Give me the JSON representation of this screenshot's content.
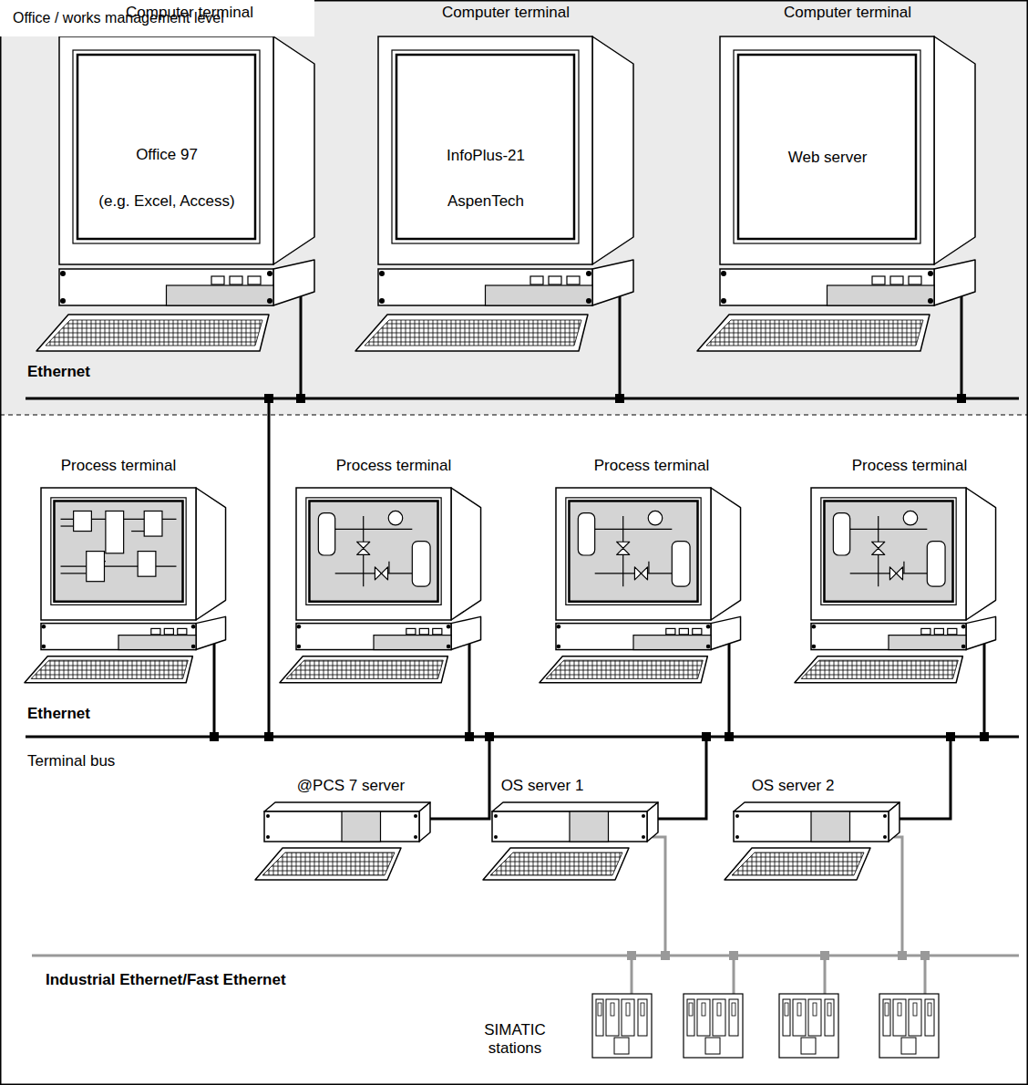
{
  "diagram": {
    "nodes": [
      {
        "text": [
          "Office / works management level"
        ]
      },
      {
        "text": [
          "Computer terminal",
          "Office 97",
          "(e.g. Excel, Access)"
        ],
        "in": 0
      },
      {
        "text": [
          "Computer terminal",
          "InfoPlus-21",
          "AspenTech"
        ],
        "in": 0
      },
      {
        "text": [
          "Computer terminal",
          "Web server"
        ],
        "in": 0
      },
      {
        "text": [
          "Process terminal"
        ]
      },
      {
        "text": [
          "Process terminal"
        ]
      },
      {
        "text": [
          "Process terminal"
        ]
      },
      {
        "text": [
          "Process terminal"
        ]
      },
      {
        "text": [
          "@PCS 7 server"
        ]
      },
      {
        "text": [
          "OS server 1"
        ]
      },
      {
        "text": [
          "OS server 2"
        ]
      }
    ],
    "labels": [
      "Ethernet",
      "Ethernet",
      "Terminal bus",
      "Industrial Ethernet/Fast Ethernet",
      "SIMATIC stations"
    ]
  }
}
